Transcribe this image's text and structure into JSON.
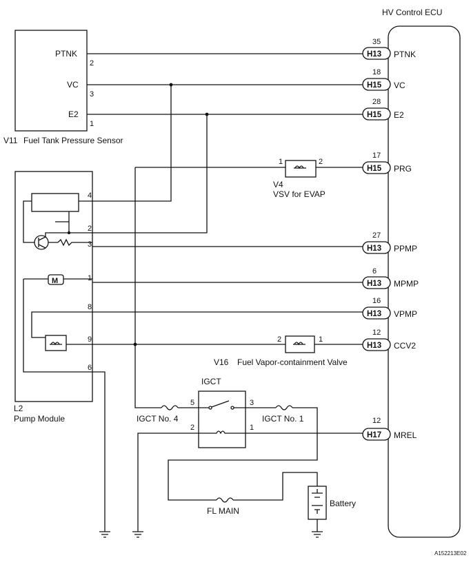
{
  "ecu": {
    "title": "HV Control ECU",
    "terminals": [
      {
        "pin": "35",
        "connector": "H13",
        "signal": "PTNK"
      },
      {
        "pin": "18",
        "connector": "H15",
        "signal": "VC"
      },
      {
        "pin": "28",
        "connector": "H15",
        "signal": "E2"
      },
      {
        "pin": "17",
        "connector": "H15",
        "signal": "PRG"
      },
      {
        "pin": "27",
        "connector": "H13",
        "signal": "PPMP"
      },
      {
        "pin": "6",
        "connector": "H13",
        "signal": "MPMP"
      },
      {
        "pin": "16",
        "connector": "H13",
        "signal": "VPMP"
      },
      {
        "pin": "12",
        "connector": "H13",
        "signal": "CCV2"
      },
      {
        "pin": "12",
        "connector": "H17",
        "signal": "MREL"
      }
    ]
  },
  "sensor": {
    "code": "V11",
    "name": "Fuel Tank Pressure Sensor",
    "terminals": [
      {
        "name": "PTNK",
        "pin": "2"
      },
      {
        "name": "VC",
        "pin": "3"
      },
      {
        "name": "E2",
        "pin": "1"
      }
    ]
  },
  "vsv": {
    "code": "V4",
    "name": "VSV for EVAP",
    "pin_in": "1",
    "pin_out": "2"
  },
  "pump_module": {
    "code": "L2",
    "name": "Pump Module",
    "pins": [
      "4",
      "2",
      "3",
      "1",
      "8",
      "9",
      "6"
    ]
  },
  "valve": {
    "code": "V16",
    "name": "Fuel Vapor-containment Valve",
    "pin_in": "2",
    "pin_out": "1"
  },
  "relay": {
    "name": "IGCT",
    "pins": [
      "5",
      "3",
      "2",
      "1"
    ]
  },
  "fuses": {
    "igct4": "IGCT No. 4",
    "igct1": "IGCT No. 1",
    "main": "FL MAIN"
  },
  "battery": "Battery",
  "figure_id": "A152213E02"
}
